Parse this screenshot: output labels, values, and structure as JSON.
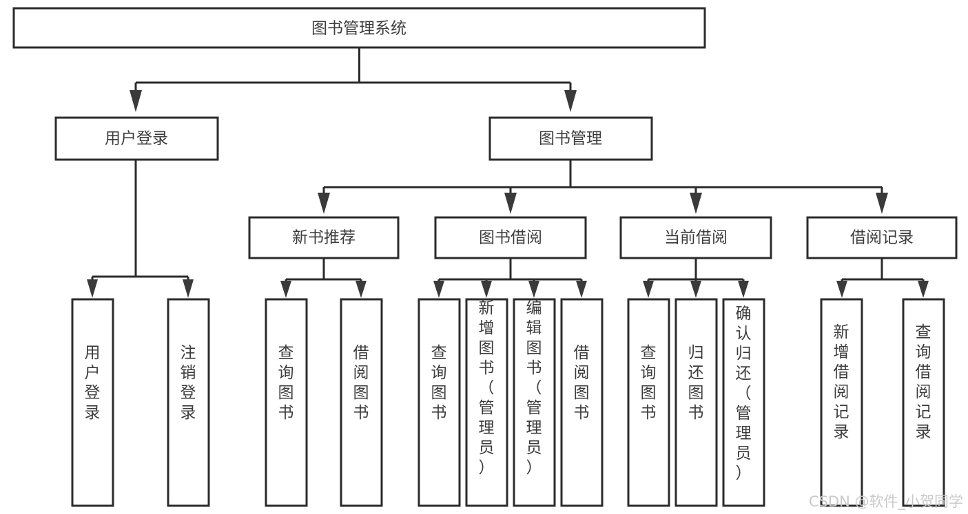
{
  "diagram": {
    "title": "图书管理系统",
    "type": "tree-hierarchy-diagram",
    "colors": {
      "box_stroke": "#2b2b2b",
      "box_fill": "#ffffff",
      "text": "#3c3c3c",
      "connector": "#2b2b2b",
      "watermark": "#c9c9c9",
      "background": "#ffffff"
    },
    "root": {
      "label": "图书管理系统"
    },
    "level1": [
      {
        "label": "用户登录"
      },
      {
        "label": "图书管理"
      }
    ],
    "level2": [
      {
        "label": "新书推荐"
      },
      {
        "label": "图书借阅"
      },
      {
        "label": "当前借阅"
      },
      {
        "label": "借阅记录"
      }
    ],
    "leaves": {
      "user_login": [
        {
          "label": "用户登录"
        },
        {
          "label": "注销登录"
        }
      ],
      "new_book_recommend": [
        {
          "label": "查询图书"
        },
        {
          "label": "借阅图书"
        }
      ],
      "book_borrow": [
        {
          "label": "查询图书"
        },
        {
          "label": "新增图书（管理员）"
        },
        {
          "label": "编辑图书（管理员）"
        },
        {
          "label": "借阅图书"
        }
      ],
      "current_borrow": [
        {
          "label": "查询图书"
        },
        {
          "label": "归还图书"
        },
        {
          "label": "确认归还（管理员）"
        }
      ],
      "borrow_records": [
        {
          "label": "新增借阅记录"
        },
        {
          "label": "查询借阅记录"
        }
      ]
    },
    "watermark": {
      "text": "CSDN @软件_小贺同学"
    }
  }
}
